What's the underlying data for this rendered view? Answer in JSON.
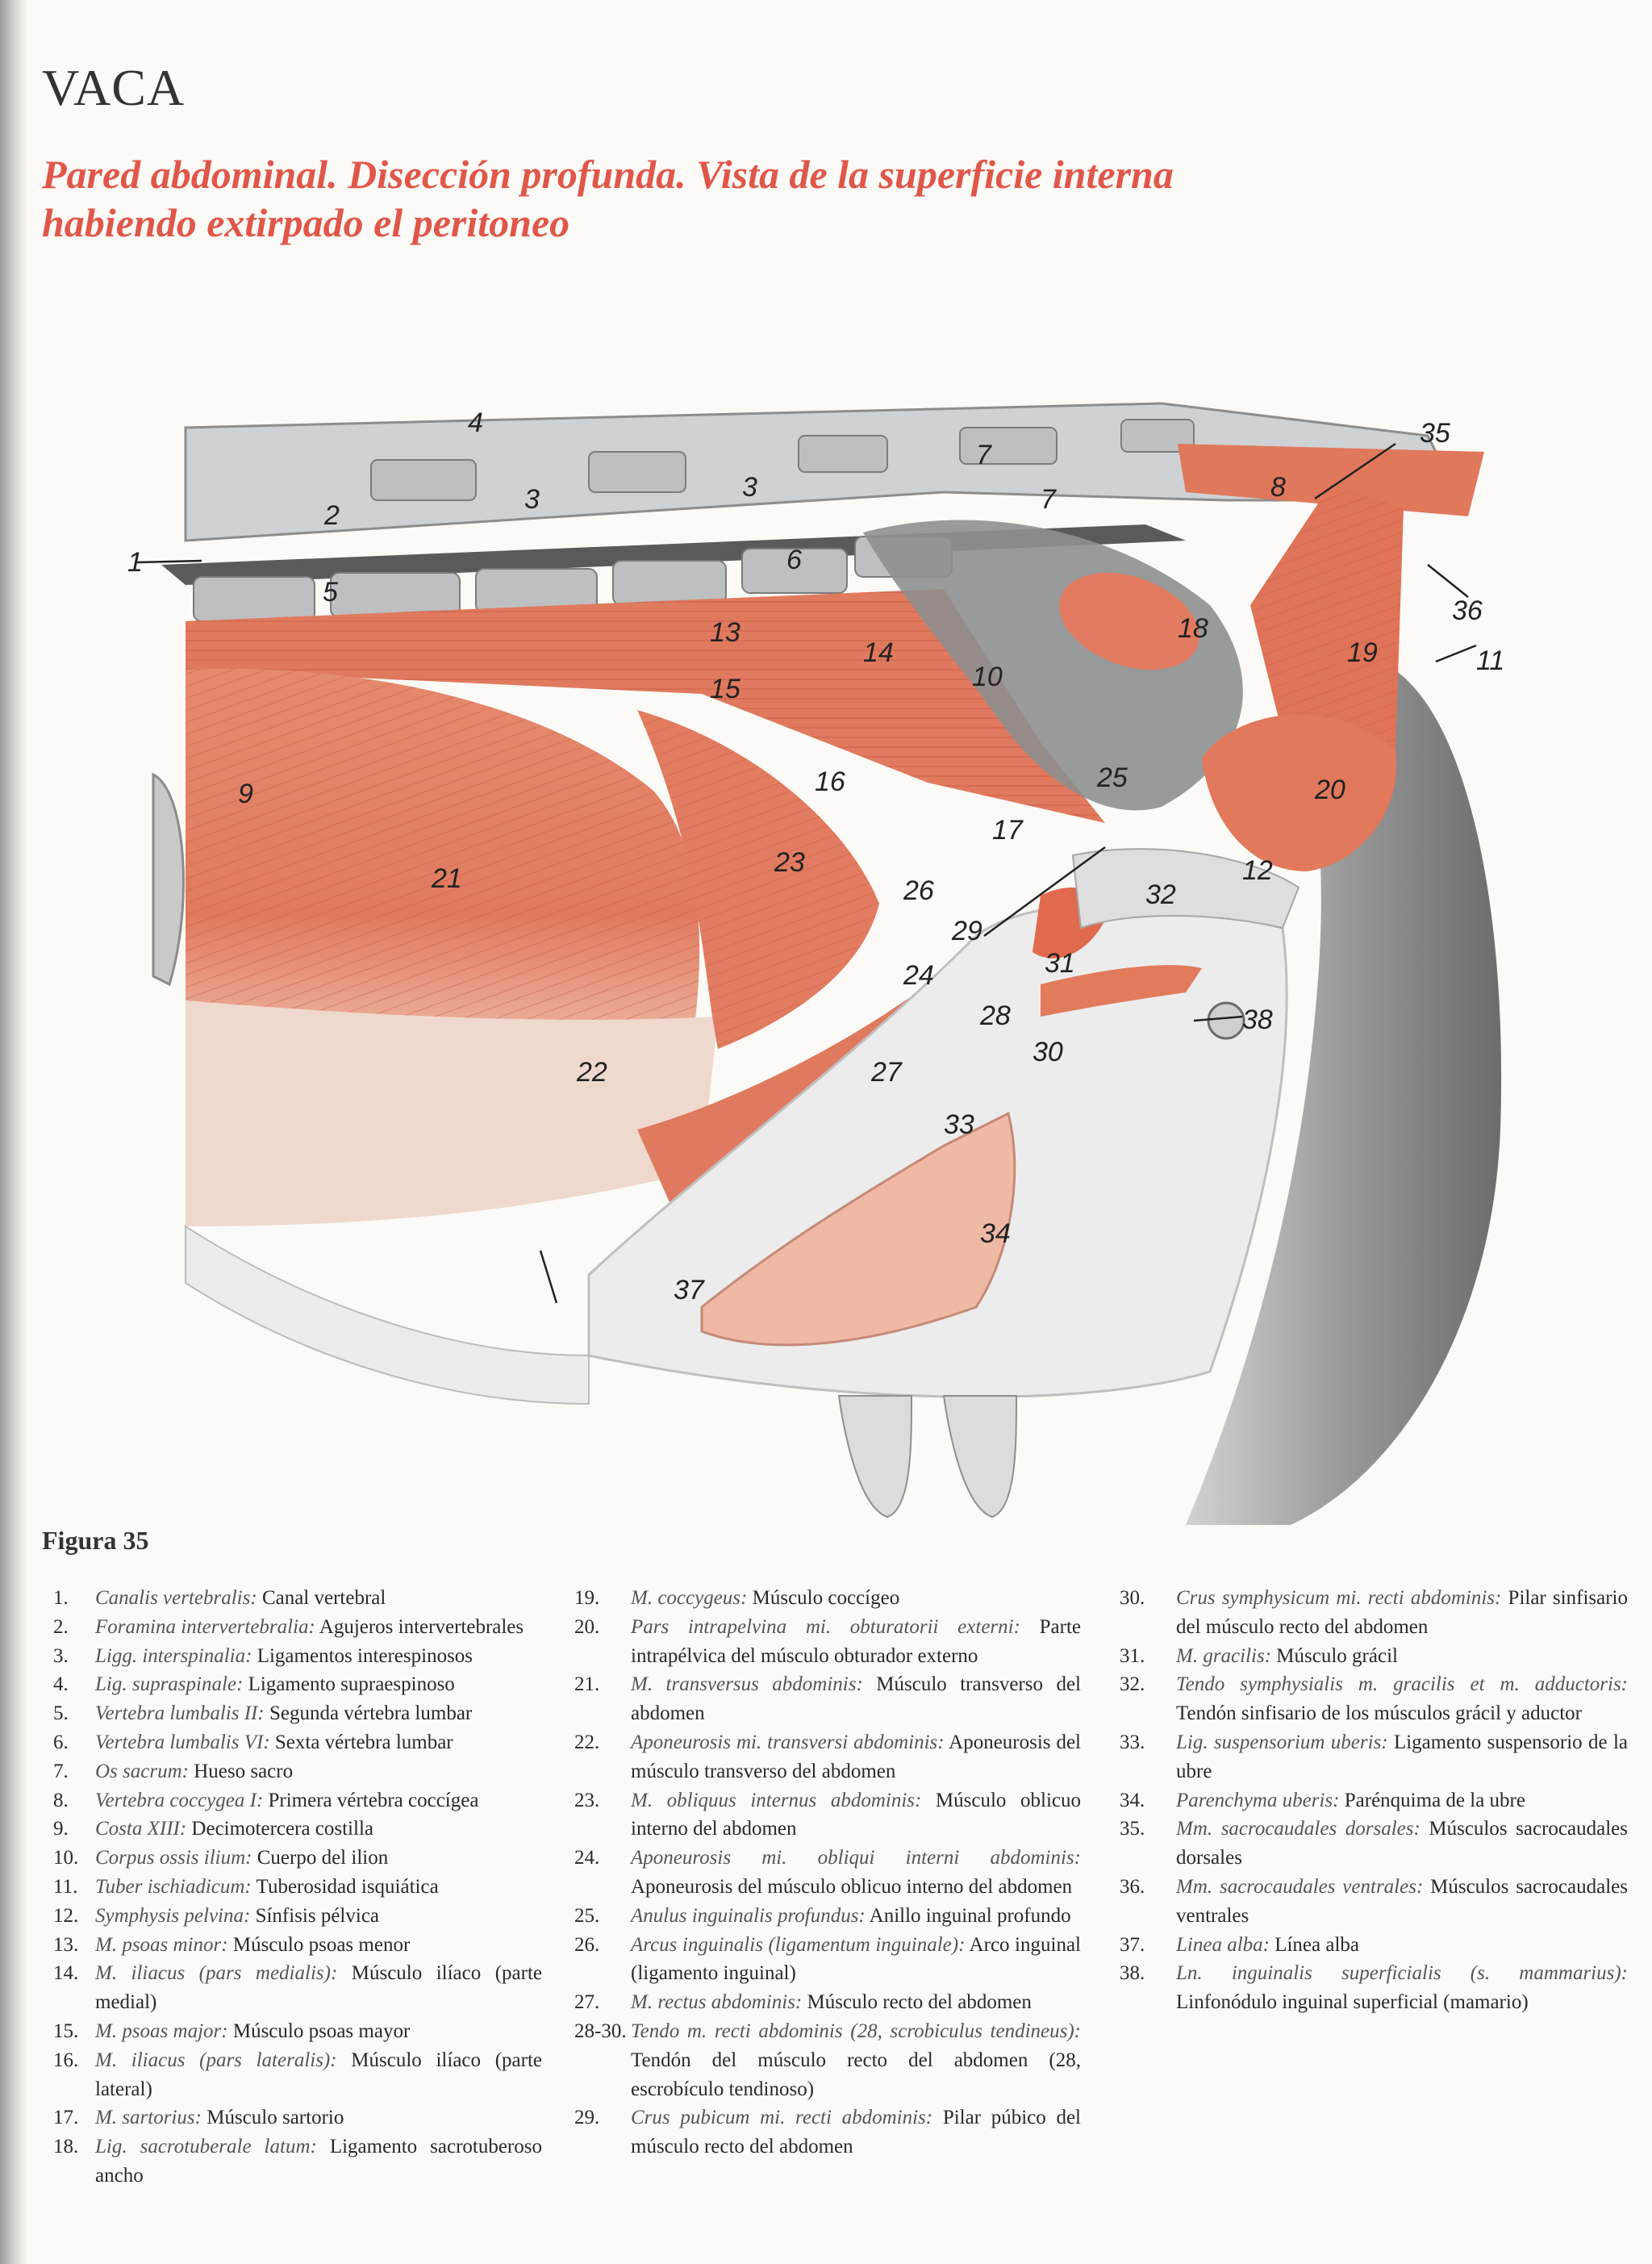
{
  "header": {
    "title": "VACA",
    "subtitle_line1": "Pared abdominal. Disección profunda. Vista de la superficie interna",
    "subtitle_line2": "habiendo extirpado el peritoneo"
  },
  "colors": {
    "accent": "#e0574a",
    "muscle": "#e07a5e",
    "bone": "#cfd2d4",
    "tendon": "#eeeeee",
    "pelvis": "#8c8c8c"
  },
  "figure": {
    "caption": "Figura 35",
    "labels": [
      "1",
      "2",
      "3",
      "3",
      "4",
      "5",
      "6",
      "7",
      "7",
      "8",
      "9",
      "10",
      "11",
      "12",
      "13",
      "14",
      "15",
      "16",
      "17",
      "18",
      "19",
      "20",
      "21",
      "22",
      "23",
      "24",
      "25",
      "26",
      "27",
      "28",
      "29",
      "30",
      "31",
      "32",
      "33",
      "34",
      "35",
      "36",
      "37",
      "38"
    ]
  },
  "legend": {
    "column1": [
      {
        "num": "1.",
        "latin": "Canalis vertebralis:",
        "text": " Canal vertebral"
      },
      {
        "num": "2.",
        "latin": "Foramina intervertebralia:",
        "text": " Agujeros interverte­brales"
      },
      {
        "num": "3.",
        "latin": "Ligg. interspinalia:",
        "text": " Ligamentos interespinosos"
      },
      {
        "num": "4.",
        "latin": "Lig. supraspinale:",
        "text": " Ligamento supraespinoso"
      },
      {
        "num": "5.",
        "latin": "Vertebra lumbalis II:",
        "text": " Segunda vértebra lumbar"
      },
      {
        "num": "6.",
        "latin": "Vertebra lumbalis VI:",
        "text": " Sexta vértebra lumbar"
      },
      {
        "num": "7.",
        "latin": "Os sacrum:",
        "text": " Hueso sacro"
      },
      {
        "num": "8.",
        "latin": "Vertebra coccygea I:",
        "text": " Primera vértebra coccígea"
      },
      {
        "num": "9.",
        "latin": "Costa XIII:",
        "text": " Decimotercera costilla"
      },
      {
        "num": "10.",
        "latin": "Corpus ossis ilium:",
        "text": " Cuerpo del ilion"
      },
      {
        "num": "11.",
        "latin": "Tuber ischiadicum:",
        "text": " Tuberosidad isquiática"
      },
      {
        "num": "12.",
        "latin": "Symphysis pelvina:",
        "text": " Sínfisis pélvica"
      },
      {
        "num": "13.",
        "latin": "M. psoas minor:",
        "text": " Músculo psoas menor"
      },
      {
        "num": "14.",
        "latin": "M. iliacus (pars medialis):",
        "text": " Músculo ilíaco (par­te medial)"
      },
      {
        "num": "15.",
        "latin": "M. psoas major:",
        "text": " Músculo psoas mayor"
      },
      {
        "num": "16.",
        "latin": "M. iliacus (pars lateralis):",
        "text": " Músculo ilíaco (par­te lateral)"
      },
      {
        "num": "17.",
        "latin": "M. sartorius:",
        "text": " Músculo sartorio"
      },
      {
        "num": "18.",
        "latin": "Lig. sacrotuberale latum:",
        "text": " Ligamento sacrotube­roso ancho"
      }
    ],
    "column2": [
      {
        "num": "19.",
        "latin": "M. coccygeus:",
        "text": " Músculo coccígeo"
      },
      {
        "num": "20.",
        "latin": "Pars intrapelvina mi. obturatorii externi:",
        "text": " Parte intrapélvica del músculo obturador externo"
      },
      {
        "num": "21.",
        "latin": "M. transversus abdominis:",
        "text": " Músculo transverso del abdomen"
      },
      {
        "num": "22.",
        "latin": "Aponeurosis mi. transversi abdominis:",
        "text": " Apo­neurosis del músculo transverso del abdomen"
      },
      {
        "num": "23.",
        "latin": "M. obliquus internus abdominis:",
        "text": " Músculo obli­cuo interno del abdomen"
      },
      {
        "num": "24.",
        "latin": "Aponeurosis mi. obliqui interni abdominis:",
        "text": " Aponeurosis del músculo oblicuo interno del abdomen"
      },
      {
        "num": "25.",
        "latin": "Anulus inguinalis profundus:",
        "text": " Anillo inguinal profundo"
      },
      {
        "num": "26.",
        "latin": "Arcus inguinalis (ligamentum inguinale):",
        "text": " Arco inguinal (ligamento inguinal)"
      },
      {
        "num": "27.",
        "latin": "M. rectus abdominis:",
        "text": " Músculo recto del abdomen"
      },
      {
        "num": "28-30.",
        "latin": "Tendo m. recti abdominis (28, scrobiculus tendineus):",
        "text": " Tendón del músculo recto del ab­domen (28, escrobículo tendinoso)"
      },
      {
        "num": "29.",
        "latin": "Crus pubicum mi. recti abdominis:",
        "text": " Pilar púbi­co del músculo recto del abdomen"
      }
    ],
    "column3": [
      {
        "num": "30.",
        "latin": "Crus symphysicum mi. recti abdominis:",
        "text": " Pilar sinfisario del músculo recto del abdomen"
      },
      {
        "num": "31.",
        "latin": "M. gracilis:",
        "text": " Músculo grácil"
      },
      {
        "num": "32.",
        "latin": "Tendo symphysialis m. gracilis et m. adducto­ris:",
        "text": " Tendón sinfisario de los músculos grácil y aductor"
      },
      {
        "num": "33.",
        "latin": "Lig. suspensorium uberis:",
        "text": " Ligamento suspenso­rio de la ubre"
      },
      {
        "num": "34.",
        "latin": "Parenchyma uberis:",
        "text": " Parénquima de la ubre"
      },
      {
        "num": "35.",
        "latin": "Mm. sacrocaudales dorsales:",
        "text": " Músculos sacro­caudales dorsales"
      },
      {
        "num": "36.",
        "latin": "Mm. sacrocaudales ventrales:",
        "text": " Músculos sacro­caudales ventrales"
      },
      {
        "num": "37.",
        "latin": "Linea alba:",
        "text": " Línea alba"
      },
      {
        "num": "38.",
        "latin": "Ln. inguinalis superficialis (s. mammarius):",
        "text": " Linfonódulo inguinal superficial (mamario)"
      }
    ]
  }
}
